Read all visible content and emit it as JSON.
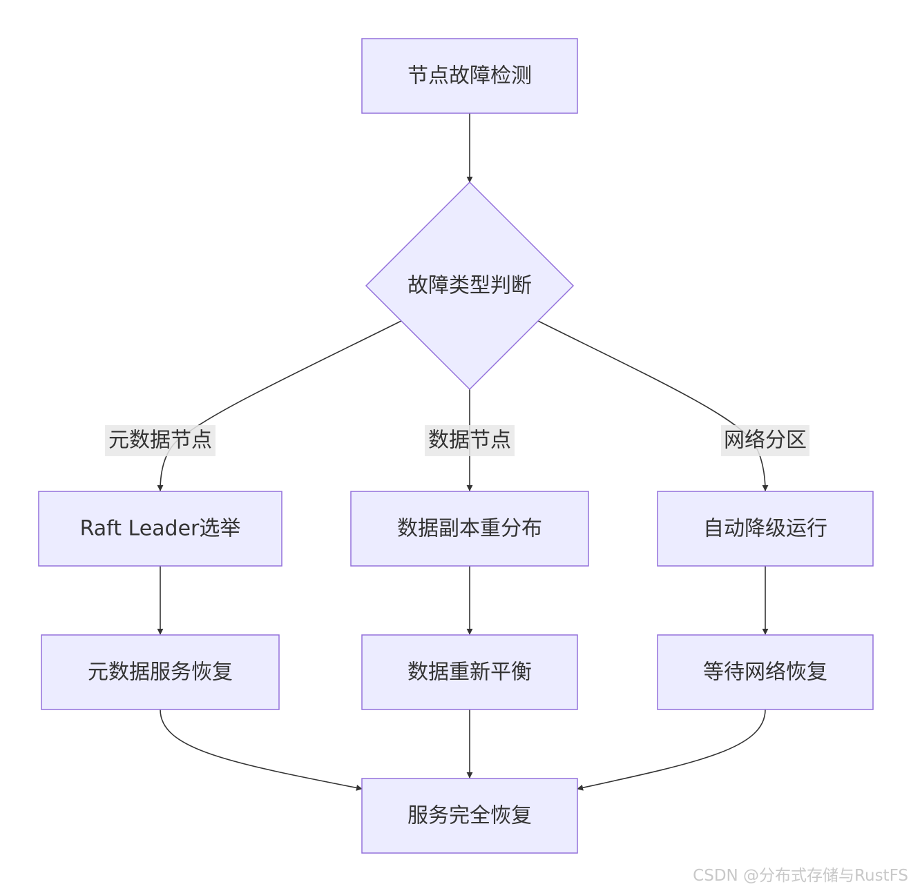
{
  "nodes": {
    "detect": "节点故障检测",
    "judge": "故障类型判断",
    "raft": "Raft Leader选举",
    "redistribute": "数据副本重分布",
    "degrade": "自动降级运行",
    "meta_recover": "元数据服务恢复",
    "rebalance": "数据重新平衡",
    "wait_net": "等待网络恢复",
    "full_recover": "服务完全恢复"
  },
  "edge_labels": {
    "meta_node": "元数据节点",
    "data_node": "数据节点",
    "partition": "网络分区"
  },
  "watermark": "CSDN @分布式存储与RustFS",
  "colors": {
    "node_fill": "#ececff",
    "node_stroke": "#9370db",
    "edge": "#333333",
    "edge_label_bg": "#e8e8e8"
  }
}
